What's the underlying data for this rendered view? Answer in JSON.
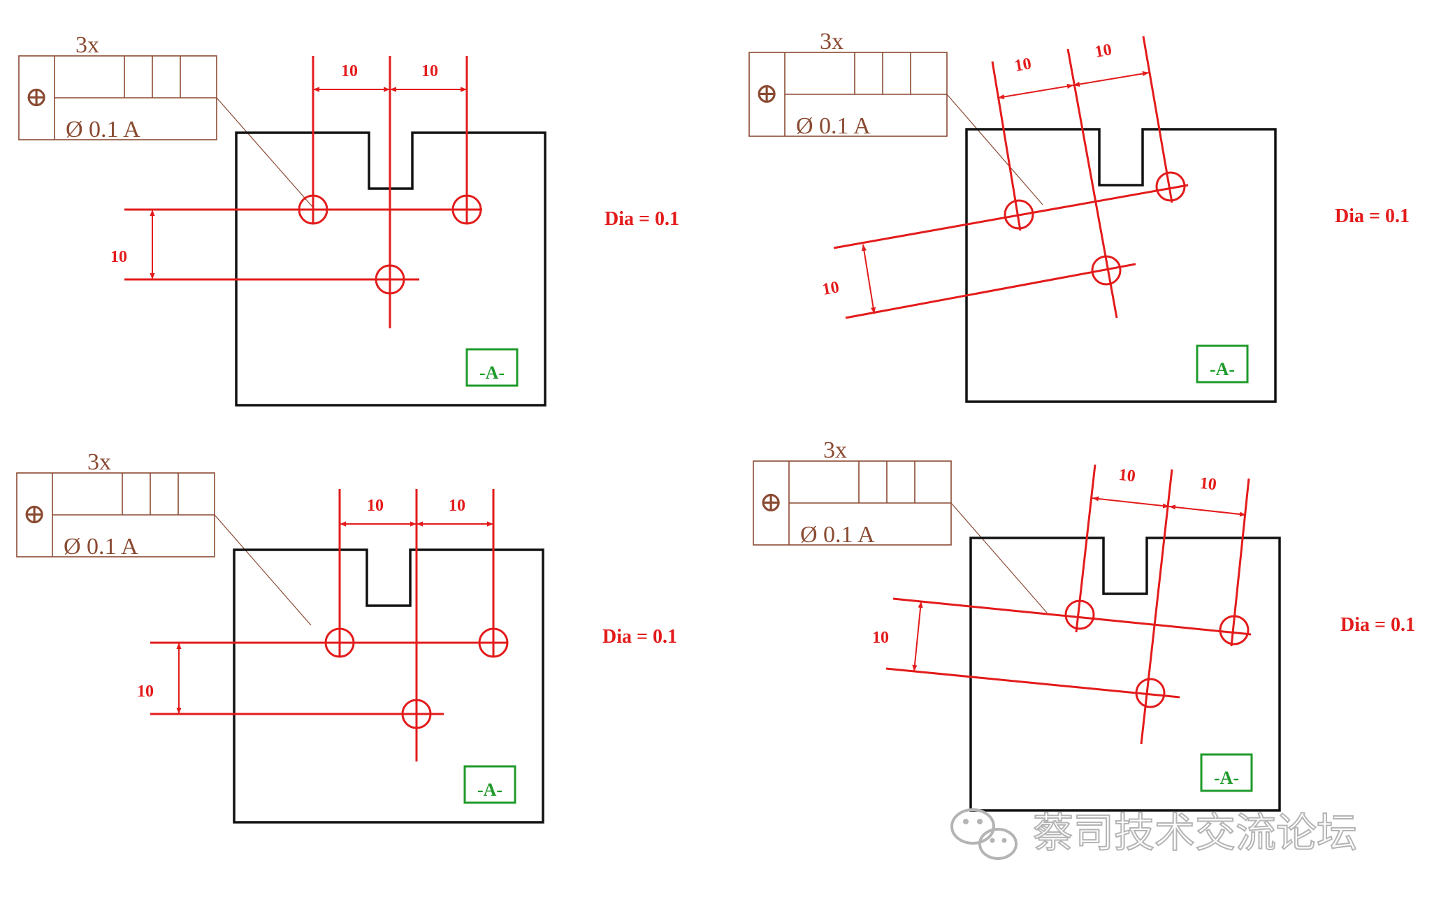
{
  "colors": {
    "part": "#111111",
    "dimension": "#e31b1b",
    "frame": "#8a4a32",
    "datum": "#1e9a2a",
    "watermark": "#b4b4b4"
  },
  "icons": {
    "position_symbol": "position-tolerance-icon",
    "watermark": "wechat-icon"
  },
  "panels": [
    {
      "frame": {
        "multiplier": "3x",
        "symbol": "⊕",
        "tolerance": "Ø 0.1 A"
      },
      "dims": {
        "horizontal_1": "10",
        "horizontal_2": "10",
        "vertical": "10"
      },
      "datum_label": "-A-",
      "dia_note": "Dia = 0.1"
    },
    {
      "frame": {
        "multiplier": "3x",
        "symbol": "⊕",
        "tolerance": "Ø 0.1 A"
      },
      "dims": {
        "horizontal_1": "10",
        "horizontal_2": "10",
        "vertical": "10"
      },
      "datum_label": "-A-",
      "dia_note": "Dia = 0.1"
    },
    {
      "frame": {
        "multiplier": "3x",
        "symbol": "⊕",
        "tolerance": "Ø 0.1 A"
      },
      "dims": {
        "horizontal_1": "10",
        "horizontal_2": "10",
        "vertical": "10"
      },
      "datum_label": "-A-",
      "dia_note": "Dia = 0.1"
    },
    {
      "frame": {
        "multiplier": "3x",
        "symbol": "⊕",
        "tolerance": "Ø 0.1 A"
      },
      "dims": {
        "horizontal_1": "10",
        "horizontal_2": "10",
        "vertical": "10"
      },
      "datum_label": "-A-",
      "dia_note": "Dia = 0.1"
    }
  ],
  "watermark": {
    "text": "蔡司技术交流论坛"
  }
}
